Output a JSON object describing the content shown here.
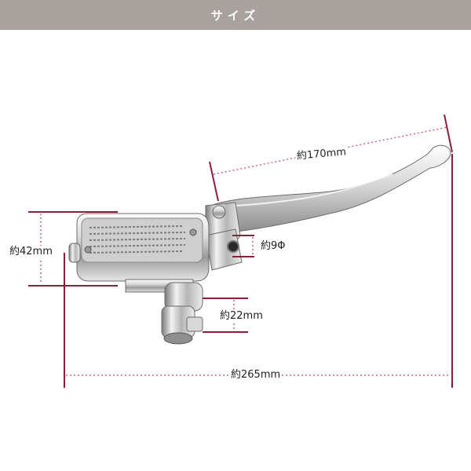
{
  "header": {
    "title": "サイズ"
  },
  "dimensions": {
    "lever_length": "約170mm",
    "height": "約42mm",
    "mount_hole": "約9Φ",
    "port_width": "約22mm",
    "overall_length": "約265mm"
  },
  "colors": {
    "header_bg": "#a9a19e",
    "marker_red": "#8b1f3a",
    "dotted": "#c46a7a",
    "chrome_light": "#f4f4f4",
    "chrome_dark": "#6e6e6e"
  },
  "product": {
    "icon": "brake-master-cylinder-lever"
  }
}
